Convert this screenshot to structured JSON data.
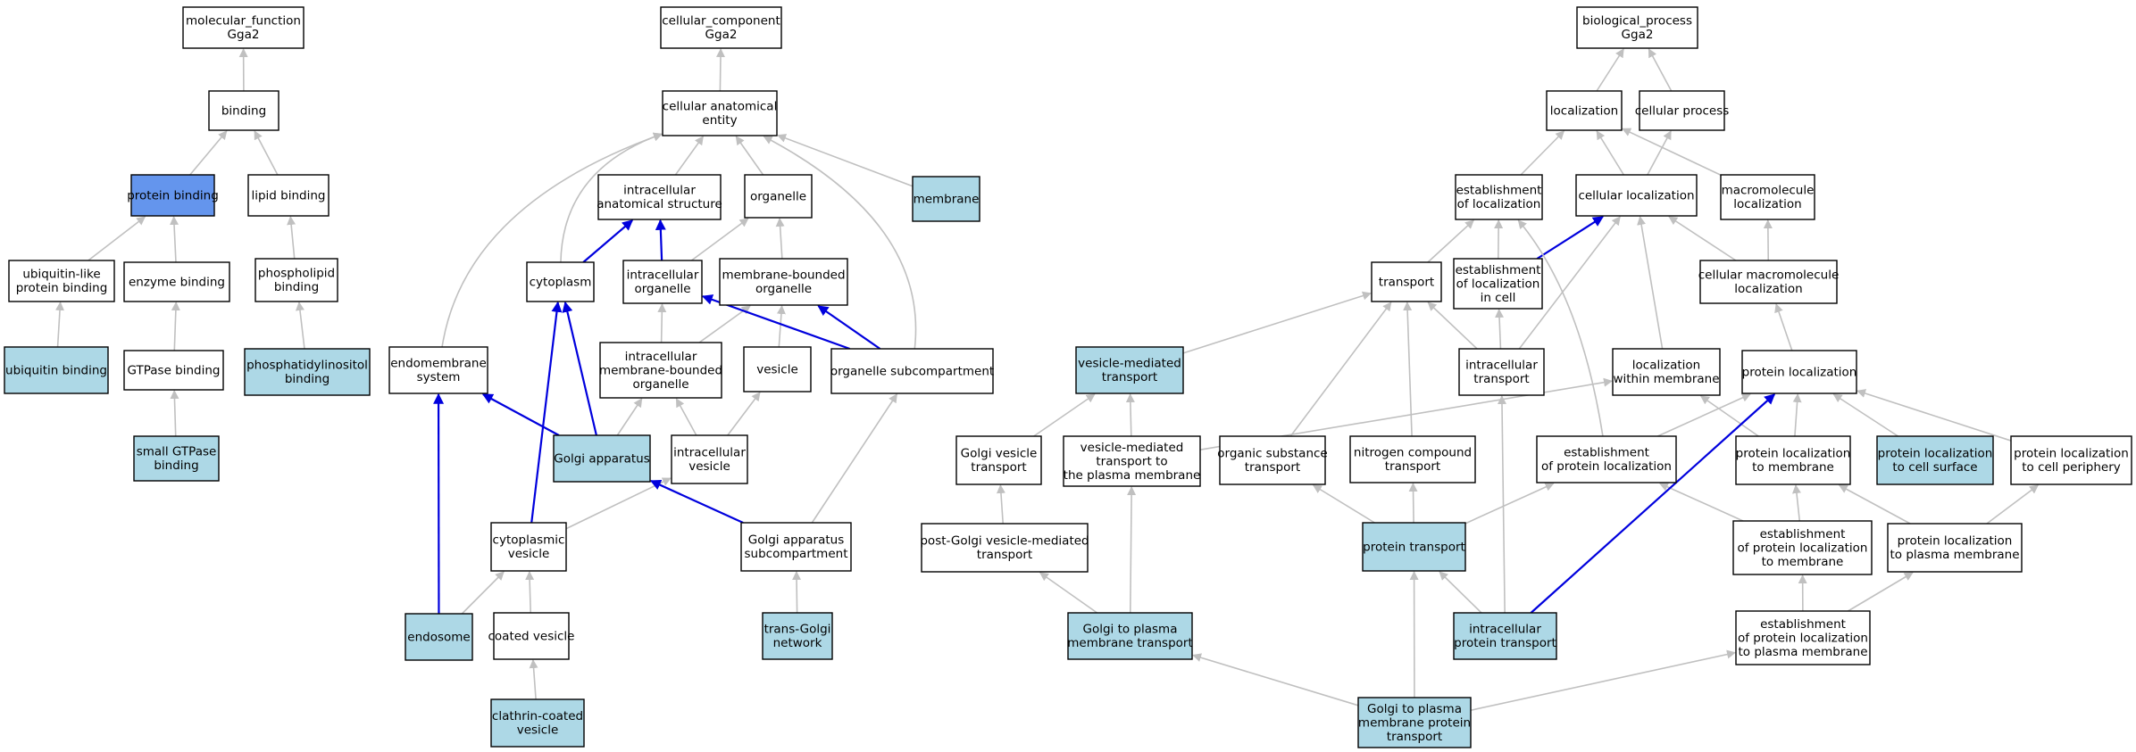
{
  "colors": {
    "default": "#ffffff",
    "annotated": "#add8e6",
    "highlight": "#6495ed",
    "gray_edge": "#c0c0c0",
    "blue_edge": "#0000dd"
  },
  "nodes": [
    {
      "id": "mf",
      "lines": [
        "molecular_function",
        "Gga2"
      ],
      "style": "default"
    },
    {
      "id": "binding",
      "lines": [
        "binding"
      ],
      "style": "default"
    },
    {
      "id": "protein_binding",
      "lines": [
        "protein binding"
      ],
      "style": "highlight"
    },
    {
      "id": "lipid_binding",
      "lines": [
        "lipid binding"
      ],
      "style": "default"
    },
    {
      "id": "ubl_binding",
      "lines": [
        "ubiquitin-like",
        "protein binding"
      ],
      "style": "default"
    },
    {
      "id": "enzyme_binding",
      "lines": [
        "enzyme binding"
      ],
      "style": "default"
    },
    {
      "id": "phospholipid_binding",
      "lines": [
        "phospholipid",
        "binding"
      ],
      "style": "default"
    },
    {
      "id": "ubiquitin_binding",
      "lines": [
        "ubiquitin binding"
      ],
      "style": "annotated"
    },
    {
      "id": "gtpase_binding",
      "lines": [
        "GTPase binding"
      ],
      "style": "default"
    },
    {
      "id": "pi_binding",
      "lines": [
        "phosphatidylinositol",
        "binding"
      ],
      "style": "annotated"
    },
    {
      "id": "small_gtpase_binding",
      "lines": [
        "small GTPase",
        "binding"
      ],
      "style": "annotated"
    },
    {
      "id": "cc",
      "lines": [
        "cellular_component",
        "Gga2"
      ],
      "style": "default"
    },
    {
      "id": "cae",
      "lines": [
        "cellular anatomical",
        "entity"
      ],
      "style": "default"
    },
    {
      "id": "ias",
      "lines": [
        "intracellular",
        "anatomical structure"
      ],
      "style": "default"
    },
    {
      "id": "organelle",
      "lines": [
        "organelle"
      ],
      "style": "default"
    },
    {
      "id": "membrane",
      "lines": [
        "membrane"
      ],
      "style": "annotated"
    },
    {
      "id": "cytoplasm",
      "lines": [
        "cytoplasm"
      ],
      "style": "default"
    },
    {
      "id": "io",
      "lines": [
        "intracellular",
        "organelle"
      ],
      "style": "default"
    },
    {
      "id": "mbo",
      "lines": [
        "membrane-bounded",
        "organelle"
      ],
      "style": "default"
    },
    {
      "id": "endomembrane",
      "lines": [
        "endomembrane",
        "system"
      ],
      "style": "default"
    },
    {
      "id": "imbo",
      "lines": [
        "intracellular",
        "membrane-bounded",
        "organelle"
      ],
      "style": "default"
    },
    {
      "id": "vesicle",
      "lines": [
        "vesicle"
      ],
      "style": "default"
    },
    {
      "id": "org_subcomp",
      "lines": [
        "organelle subcompartment"
      ],
      "style": "default"
    },
    {
      "id": "golgi",
      "lines": [
        "Golgi apparatus"
      ],
      "style": "annotated"
    },
    {
      "id": "iv",
      "lines": [
        "intracellular",
        "vesicle"
      ],
      "style": "default"
    },
    {
      "id": "cyto_vesicle",
      "lines": [
        "cytoplasmic",
        "vesicle"
      ],
      "style": "default"
    },
    {
      "id": "golgi_subcomp",
      "lines": [
        "Golgi apparatus",
        "subcompartment"
      ],
      "style": "default"
    },
    {
      "id": "endosome",
      "lines": [
        "endosome"
      ],
      "style": "annotated"
    },
    {
      "id": "coated_vesicle",
      "lines": [
        "coated vesicle"
      ],
      "style": "default"
    },
    {
      "id": "tgn",
      "lines": [
        "trans-Golgi",
        "network"
      ],
      "style": "annotated"
    },
    {
      "id": "ccv",
      "lines": [
        "clathrin-coated",
        "vesicle"
      ],
      "style": "annotated"
    },
    {
      "id": "bp",
      "lines": [
        "biological_process",
        "Gga2"
      ],
      "style": "default"
    },
    {
      "id": "localization",
      "lines": [
        "localization"
      ],
      "style": "default"
    },
    {
      "id": "cellular_process",
      "lines": [
        "cellular process"
      ],
      "style": "default"
    },
    {
      "id": "est_loc",
      "lines": [
        "establishment",
        "of localization"
      ],
      "style": "default"
    },
    {
      "id": "cell_loc",
      "lines": [
        "cellular localization"
      ],
      "style": "default"
    },
    {
      "id": "macro_loc",
      "lines": [
        "macromolecule",
        "localization"
      ],
      "style": "default"
    },
    {
      "id": "transport",
      "lines": [
        "transport"
      ],
      "style": "default"
    },
    {
      "id": "est_loc_cell",
      "lines": [
        "establishment",
        "of localization",
        "in cell"
      ],
      "style": "default"
    },
    {
      "id": "cell_macro_loc",
      "lines": [
        "cellular macromolecule",
        "localization"
      ],
      "style": "default"
    },
    {
      "id": "vmt",
      "lines": [
        "vesicle-mediated",
        "transport"
      ],
      "style": "annotated"
    },
    {
      "id": "it",
      "lines": [
        "intracellular",
        "transport"
      ],
      "style": "default"
    },
    {
      "id": "lwm",
      "lines": [
        "localization",
        "within membrane"
      ],
      "style": "default"
    },
    {
      "id": "prot_loc",
      "lines": [
        "protein localization"
      ],
      "style": "default"
    },
    {
      "id": "gvt",
      "lines": [
        "Golgi vesicle",
        "transport"
      ],
      "style": "default"
    },
    {
      "id": "vmt_pm",
      "lines": [
        "vesicle-mediated",
        "transport to",
        "the plasma membrane"
      ],
      "style": "default"
    },
    {
      "id": "ost",
      "lines": [
        "organic substance",
        "transport"
      ],
      "style": "default"
    },
    {
      "id": "nct",
      "lines": [
        "nitrogen compound",
        "transport"
      ],
      "style": "default"
    },
    {
      "id": "est_prot_loc",
      "lines": [
        "establishment",
        "of protein localization"
      ],
      "style": "default"
    },
    {
      "id": "pl_membrane",
      "lines": [
        "protein localization",
        "to membrane"
      ],
      "style": "default"
    },
    {
      "id": "pl_surface",
      "lines": [
        "protein localization",
        "to cell surface"
      ],
      "style": "annotated"
    },
    {
      "id": "pl_periphery",
      "lines": [
        "protein localization",
        "to cell periphery"
      ],
      "style": "default"
    },
    {
      "id": "pgvmt",
      "lines": [
        "post-Golgi vesicle-mediated",
        "transport"
      ],
      "style": "default"
    },
    {
      "id": "prot_transport",
      "lines": [
        "protein transport"
      ],
      "style": "annotated"
    },
    {
      "id": "epl_membrane",
      "lines": [
        "establishment",
        "of protein localization",
        "to membrane"
      ],
      "style": "default"
    },
    {
      "id": "pl_pm",
      "lines": [
        "protein localization",
        "to plasma membrane"
      ],
      "style": "default"
    },
    {
      "id": "g2pm_transport",
      "lines": [
        "Golgi to plasma",
        "membrane transport"
      ],
      "style": "annotated"
    },
    {
      "id": "ipt",
      "lines": [
        "intracellular",
        "protein transport"
      ],
      "style": "annotated"
    },
    {
      "id": "epl_pm",
      "lines": [
        "establishment",
        "of protein localization",
        "to plasma membrane"
      ],
      "style": "default"
    },
    {
      "id": "g2pm_prot",
      "lines": [
        "Golgi to plasma",
        "membrane protein",
        "transport"
      ],
      "style": "annotated"
    }
  ],
  "edges": [
    {
      "from": "binding",
      "to": "mf",
      "kind": "gray"
    },
    {
      "from": "protein_binding",
      "to": "binding",
      "kind": "gray"
    },
    {
      "from": "lipid_binding",
      "to": "binding",
      "kind": "gray"
    },
    {
      "from": "ubl_binding",
      "to": "protein_binding",
      "kind": "gray"
    },
    {
      "from": "enzyme_binding",
      "to": "protein_binding",
      "kind": "gray"
    },
    {
      "from": "phospholipid_binding",
      "to": "lipid_binding",
      "kind": "gray"
    },
    {
      "from": "ubiquitin_binding",
      "to": "ubl_binding",
      "kind": "gray"
    },
    {
      "from": "gtpase_binding",
      "to": "enzyme_binding",
      "kind": "gray"
    },
    {
      "from": "pi_binding",
      "to": "phospholipid_binding",
      "kind": "gray"
    },
    {
      "from": "small_gtpase_binding",
      "to": "gtpase_binding",
      "kind": "gray"
    },
    {
      "from": "cae",
      "to": "cc",
      "kind": "gray"
    },
    {
      "from": "ias",
      "to": "cae",
      "kind": "gray"
    },
    {
      "from": "organelle",
      "to": "cae",
      "kind": "gray"
    },
    {
      "from": "membrane",
      "to": "cae",
      "kind": "gray"
    },
    {
      "from": "cytoplasm",
      "to": "cae",
      "kind": "gray",
      "curve": "cytoplasm"
    },
    {
      "from": "endomembrane",
      "to": "cae",
      "kind": "gray",
      "curve": "endomembrane"
    },
    {
      "from": "org_subcomp",
      "to": "cae",
      "kind": "gray",
      "curve": "org_subcomp"
    },
    {
      "from": "cytoplasm",
      "to": "ias",
      "kind": "blue"
    },
    {
      "from": "io",
      "to": "ias",
      "kind": "blue"
    },
    {
      "from": "io",
      "to": "organelle",
      "kind": "gray"
    },
    {
      "from": "mbo",
      "to": "organelle",
      "kind": "gray"
    },
    {
      "from": "imbo",
      "to": "io",
      "kind": "gray"
    },
    {
      "from": "imbo",
      "to": "mbo",
      "kind": "gray"
    },
    {
      "from": "vesicle",
      "to": "mbo",
      "kind": "gray"
    },
    {
      "from": "org_subcomp",
      "to": "io",
      "kind": "blue"
    },
    {
      "from": "org_subcomp",
      "to": "mbo",
      "kind": "blue"
    },
    {
      "from": "golgi",
      "to": "imbo",
      "kind": "gray"
    },
    {
      "from": "golgi",
      "to": "cytoplasm",
      "kind": "blue"
    },
    {
      "from": "golgi",
      "to": "endomembrane",
      "kind": "blue"
    },
    {
      "from": "iv",
      "to": "imbo",
      "kind": "gray"
    },
    {
      "from": "iv",
      "to": "vesicle",
      "kind": "gray"
    },
    {
      "from": "cyto_vesicle",
      "to": "iv",
      "kind": "gray"
    },
    {
      "from": "cyto_vesicle",
      "to": "cytoplasm",
      "kind": "blue"
    },
    {
      "from": "golgi_subcomp",
      "to": "golgi",
      "kind": "blue"
    },
    {
      "from": "golgi_subcomp",
      "to": "org_subcomp",
      "kind": "gray"
    },
    {
      "from": "endosome",
      "to": "cyto_vesicle",
      "kind": "gray"
    },
    {
      "from": "endosome",
      "to": "endomembrane",
      "kind": "blue"
    },
    {
      "from": "coated_vesicle",
      "to": "cyto_vesicle",
      "kind": "gray"
    },
    {
      "from": "tgn",
      "to": "golgi_subcomp",
      "kind": "gray"
    },
    {
      "from": "ccv",
      "to": "coated_vesicle",
      "kind": "gray"
    },
    {
      "from": "localization",
      "to": "bp",
      "kind": "gray"
    },
    {
      "from": "cellular_process",
      "to": "bp",
      "kind": "gray"
    },
    {
      "from": "est_loc",
      "to": "localization",
      "kind": "gray"
    },
    {
      "from": "cell_loc",
      "to": "localization",
      "kind": "gray"
    },
    {
      "from": "cell_loc",
      "to": "cellular_process",
      "kind": "gray"
    },
    {
      "from": "macro_loc",
      "to": "localization",
      "kind": "gray"
    },
    {
      "from": "transport",
      "to": "est_loc",
      "kind": "gray"
    },
    {
      "from": "est_loc_cell",
      "to": "est_loc",
      "kind": "gray"
    },
    {
      "from": "est_loc_cell",
      "to": "cell_loc",
      "kind": "blue"
    },
    {
      "from": "cell_macro_loc",
      "to": "cell_loc",
      "kind": "gray"
    },
    {
      "from": "cell_macro_loc",
      "to": "macro_loc",
      "kind": "gray"
    },
    {
      "from": "vmt",
      "to": "transport",
      "kind": "gray"
    },
    {
      "from": "it",
      "to": "transport",
      "kind": "gray"
    },
    {
      "from": "it",
      "to": "est_loc_cell",
      "kind": "gray"
    },
    {
      "from": "it",
      "to": "cell_loc",
      "kind": "gray"
    },
    {
      "from": "lwm",
      "to": "cell_loc",
      "kind": "gray"
    },
    {
      "from": "prot_loc",
      "to": "cell_macro_loc",
      "kind": "gray"
    },
    {
      "from": "gvt",
      "to": "vmt",
      "kind": "gray"
    },
    {
      "from": "vmt_pm",
      "to": "vmt",
      "kind": "gray"
    },
    {
      "from": "vmt_pm",
      "to": "lwm",
      "kind": "gray"
    },
    {
      "from": "ost",
      "to": "transport",
      "kind": "gray"
    },
    {
      "from": "nct",
      "to": "transport",
      "kind": "gray"
    },
    {
      "from": "est_prot_loc",
      "to": "est_loc",
      "kind": "gray",
      "curve": "est_prot_loc"
    },
    {
      "from": "est_prot_loc",
      "to": "prot_loc",
      "kind": "gray"
    },
    {
      "from": "pl_membrane",
      "to": "prot_loc",
      "kind": "gray"
    },
    {
      "from": "pl_membrane",
      "to": "lwm",
      "kind": "gray"
    },
    {
      "from": "pl_surface",
      "to": "prot_loc",
      "kind": "gray"
    },
    {
      "from": "pl_periphery",
      "to": "prot_loc",
      "kind": "gray"
    },
    {
      "from": "pgvmt",
      "to": "gvt",
      "kind": "gray"
    },
    {
      "from": "prot_transport",
      "to": "ost",
      "kind": "gray"
    },
    {
      "from": "prot_transport",
      "to": "nct",
      "kind": "gray"
    },
    {
      "from": "prot_transport",
      "to": "est_prot_loc",
      "kind": "gray"
    },
    {
      "from": "epl_membrane",
      "to": "est_prot_loc",
      "kind": "gray"
    },
    {
      "from": "epl_membrane",
      "to": "pl_membrane",
      "kind": "gray"
    },
    {
      "from": "pl_pm",
      "to": "pl_membrane",
      "kind": "gray"
    },
    {
      "from": "pl_pm",
      "to": "pl_periphery",
      "kind": "gray"
    },
    {
      "from": "g2pm_transport",
      "to": "pgvmt",
      "kind": "gray"
    },
    {
      "from": "g2pm_transport",
      "to": "vmt_pm",
      "kind": "gray"
    },
    {
      "from": "ipt",
      "to": "prot_transport",
      "kind": "gray"
    },
    {
      "from": "ipt",
      "to": "it",
      "kind": "gray"
    },
    {
      "from": "ipt",
      "to": "prot_loc",
      "kind": "blue"
    },
    {
      "from": "epl_pm",
      "to": "epl_membrane",
      "kind": "gray"
    },
    {
      "from": "epl_pm",
      "to": "pl_pm",
      "kind": "gray"
    },
    {
      "from": "g2pm_prot",
      "to": "g2pm_transport",
      "kind": "gray"
    },
    {
      "from": "g2pm_prot",
      "to": "prot_transport",
      "kind": "gray"
    },
    {
      "from": "g2pm_prot",
      "to": "epl_pm",
      "kind": "gray"
    }
  ]
}
